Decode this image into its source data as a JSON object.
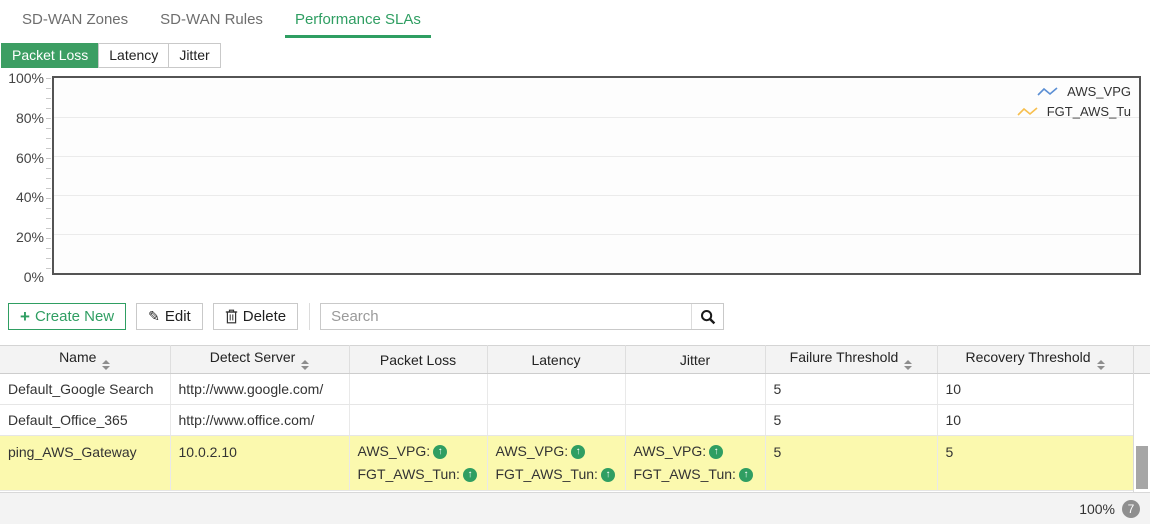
{
  "tabs": [
    {
      "label": "SD-WAN Zones",
      "active": false
    },
    {
      "label": "SD-WAN Rules",
      "active": false
    },
    {
      "label": "Performance SLAs",
      "active": true
    }
  ],
  "subtabs": [
    {
      "label": "Packet Loss",
      "active": true
    },
    {
      "label": "Latency",
      "active": false
    },
    {
      "label": "Jitter",
      "active": false
    }
  ],
  "chart": {
    "y_ticks": [
      "100%",
      "80%",
      "60%",
      "40%",
      "20%",
      "0%"
    ],
    "legend": [
      {
        "label": "AWS_VPG",
        "color": "#5b8fd4"
      },
      {
        "label": "FGT_AWS_Tu",
        "color": "#f7bf4e"
      }
    ]
  },
  "chart_data": {
    "type": "line",
    "title": "Packet Loss",
    "ylabel": "%",
    "ylim": [
      0,
      100
    ],
    "y_tick_labels": [
      "0%",
      "20%",
      "40%",
      "60%",
      "80%",
      "100%"
    ],
    "grid": true,
    "legend_position": "top-right",
    "series": [
      {
        "name": "AWS_VPG",
        "color": "#5b8fd4",
        "values": []
      },
      {
        "name": "FGT_AWS_Tun",
        "color": "#f7bf4e",
        "values": []
      }
    ]
  },
  "toolbar": {
    "create_new_label": "Create New",
    "edit_label": "Edit",
    "delete_label": "Delete",
    "search_placeholder": "Search"
  },
  "icons": {
    "plus": "+",
    "pencil": "✎",
    "up_arrow": "↑"
  },
  "table": {
    "columns": [
      {
        "label": "Name",
        "sortable": true
      },
      {
        "label": "Detect Server",
        "sortable": true
      },
      {
        "label": "Packet Loss",
        "sortable": false
      },
      {
        "label": "Latency",
        "sortable": false
      },
      {
        "label": "Jitter",
        "sortable": false
      },
      {
        "label": "Failure Threshold",
        "sortable": true
      },
      {
        "label": "Recovery Threshold",
        "sortable": true
      }
    ],
    "rows": [
      {
        "name": "Default_Google Search",
        "detect_server": "http://www.google.com/",
        "failure_threshold": "5",
        "recovery_threshold": "10"
      },
      {
        "name": "Default_Office_365",
        "detect_server": "http://www.office.com/",
        "failure_threshold": "5",
        "recovery_threshold": "10"
      },
      {
        "name": "ping_AWS_Gateway",
        "detect_server": "10.0.2.10",
        "packet_loss": [
          "AWS_VPG:",
          "FGT_AWS_Tun:"
        ],
        "latency": [
          "AWS_VPG:",
          "FGT_AWS_Tun:"
        ],
        "jitter": [
          "AWS_VPG:",
          "FGT_AWS_Tun:"
        ],
        "failure_threshold": "5",
        "recovery_threshold": "5",
        "selected": true
      }
    ]
  },
  "footer": {
    "zoom_level": "100%",
    "count": "7"
  },
  "colors": {
    "accent_green": "#2f9e62",
    "active_subtab_green": "#3c9e63",
    "selected_row_yellow": "#fbf9ae",
    "legend_blue": "#5b8fd4",
    "legend_yellow": "#f7bf4e"
  }
}
